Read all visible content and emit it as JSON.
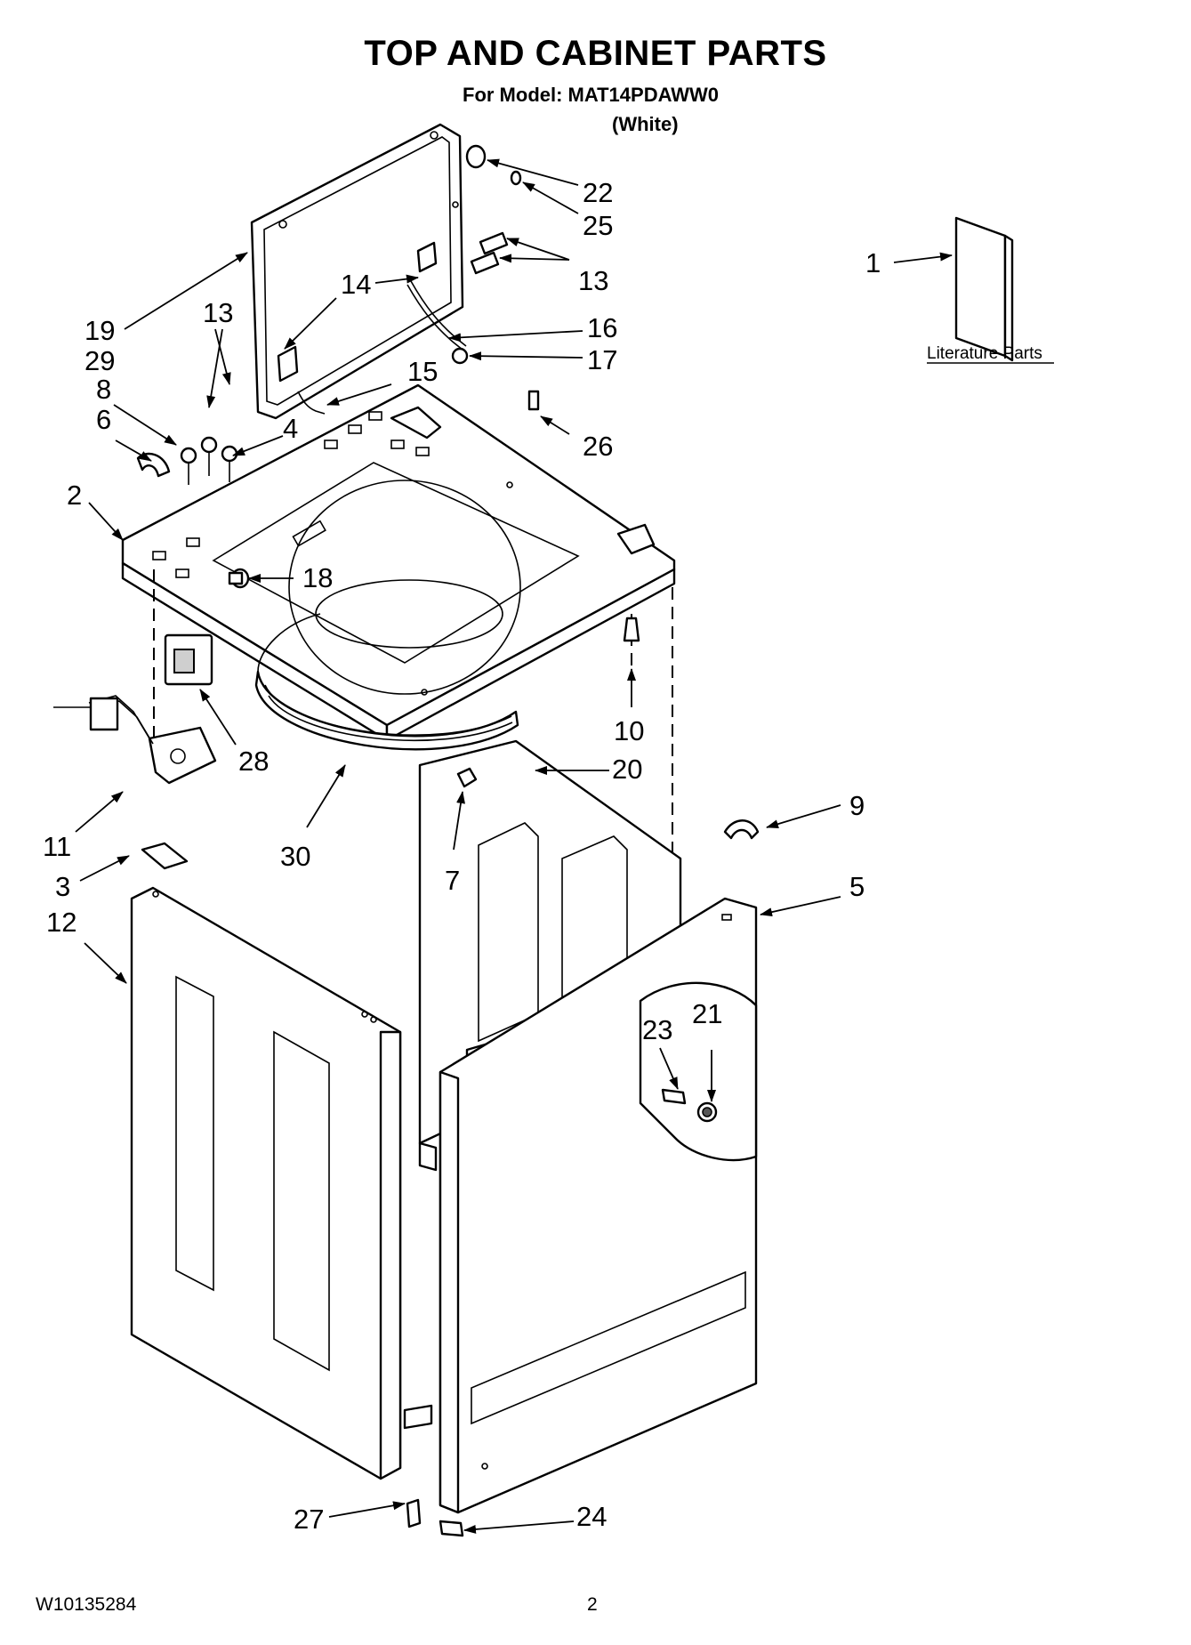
{
  "header": {
    "title": "TOP AND CABINET PARTS",
    "model_line": "For Model: MAT14PDAWW0",
    "color_note": "(White)"
  },
  "literature": {
    "label": "Literature Parts"
  },
  "callouts": {
    "c1": "1",
    "c2": "2",
    "c3": "3",
    "c4": "4",
    "c5": "5",
    "c6": "6",
    "c7": "7",
    "c8": "8",
    "c9": "9",
    "c10": "10",
    "c11": "11",
    "c12": "12",
    "c13a": "13",
    "c13b": "13",
    "c14": "14",
    "c15": "15",
    "c16": "16",
    "c17": "17",
    "c18": "18",
    "c19": "19",
    "c20": "20",
    "c21": "21",
    "c22": "22",
    "c23": "23",
    "c24": "24",
    "c25": "25",
    "c26": "26",
    "c27": "27",
    "c28": "28",
    "c29": "29",
    "c30": "30"
  },
  "footer": {
    "doc_number": "W10135284",
    "page_number": "2"
  }
}
